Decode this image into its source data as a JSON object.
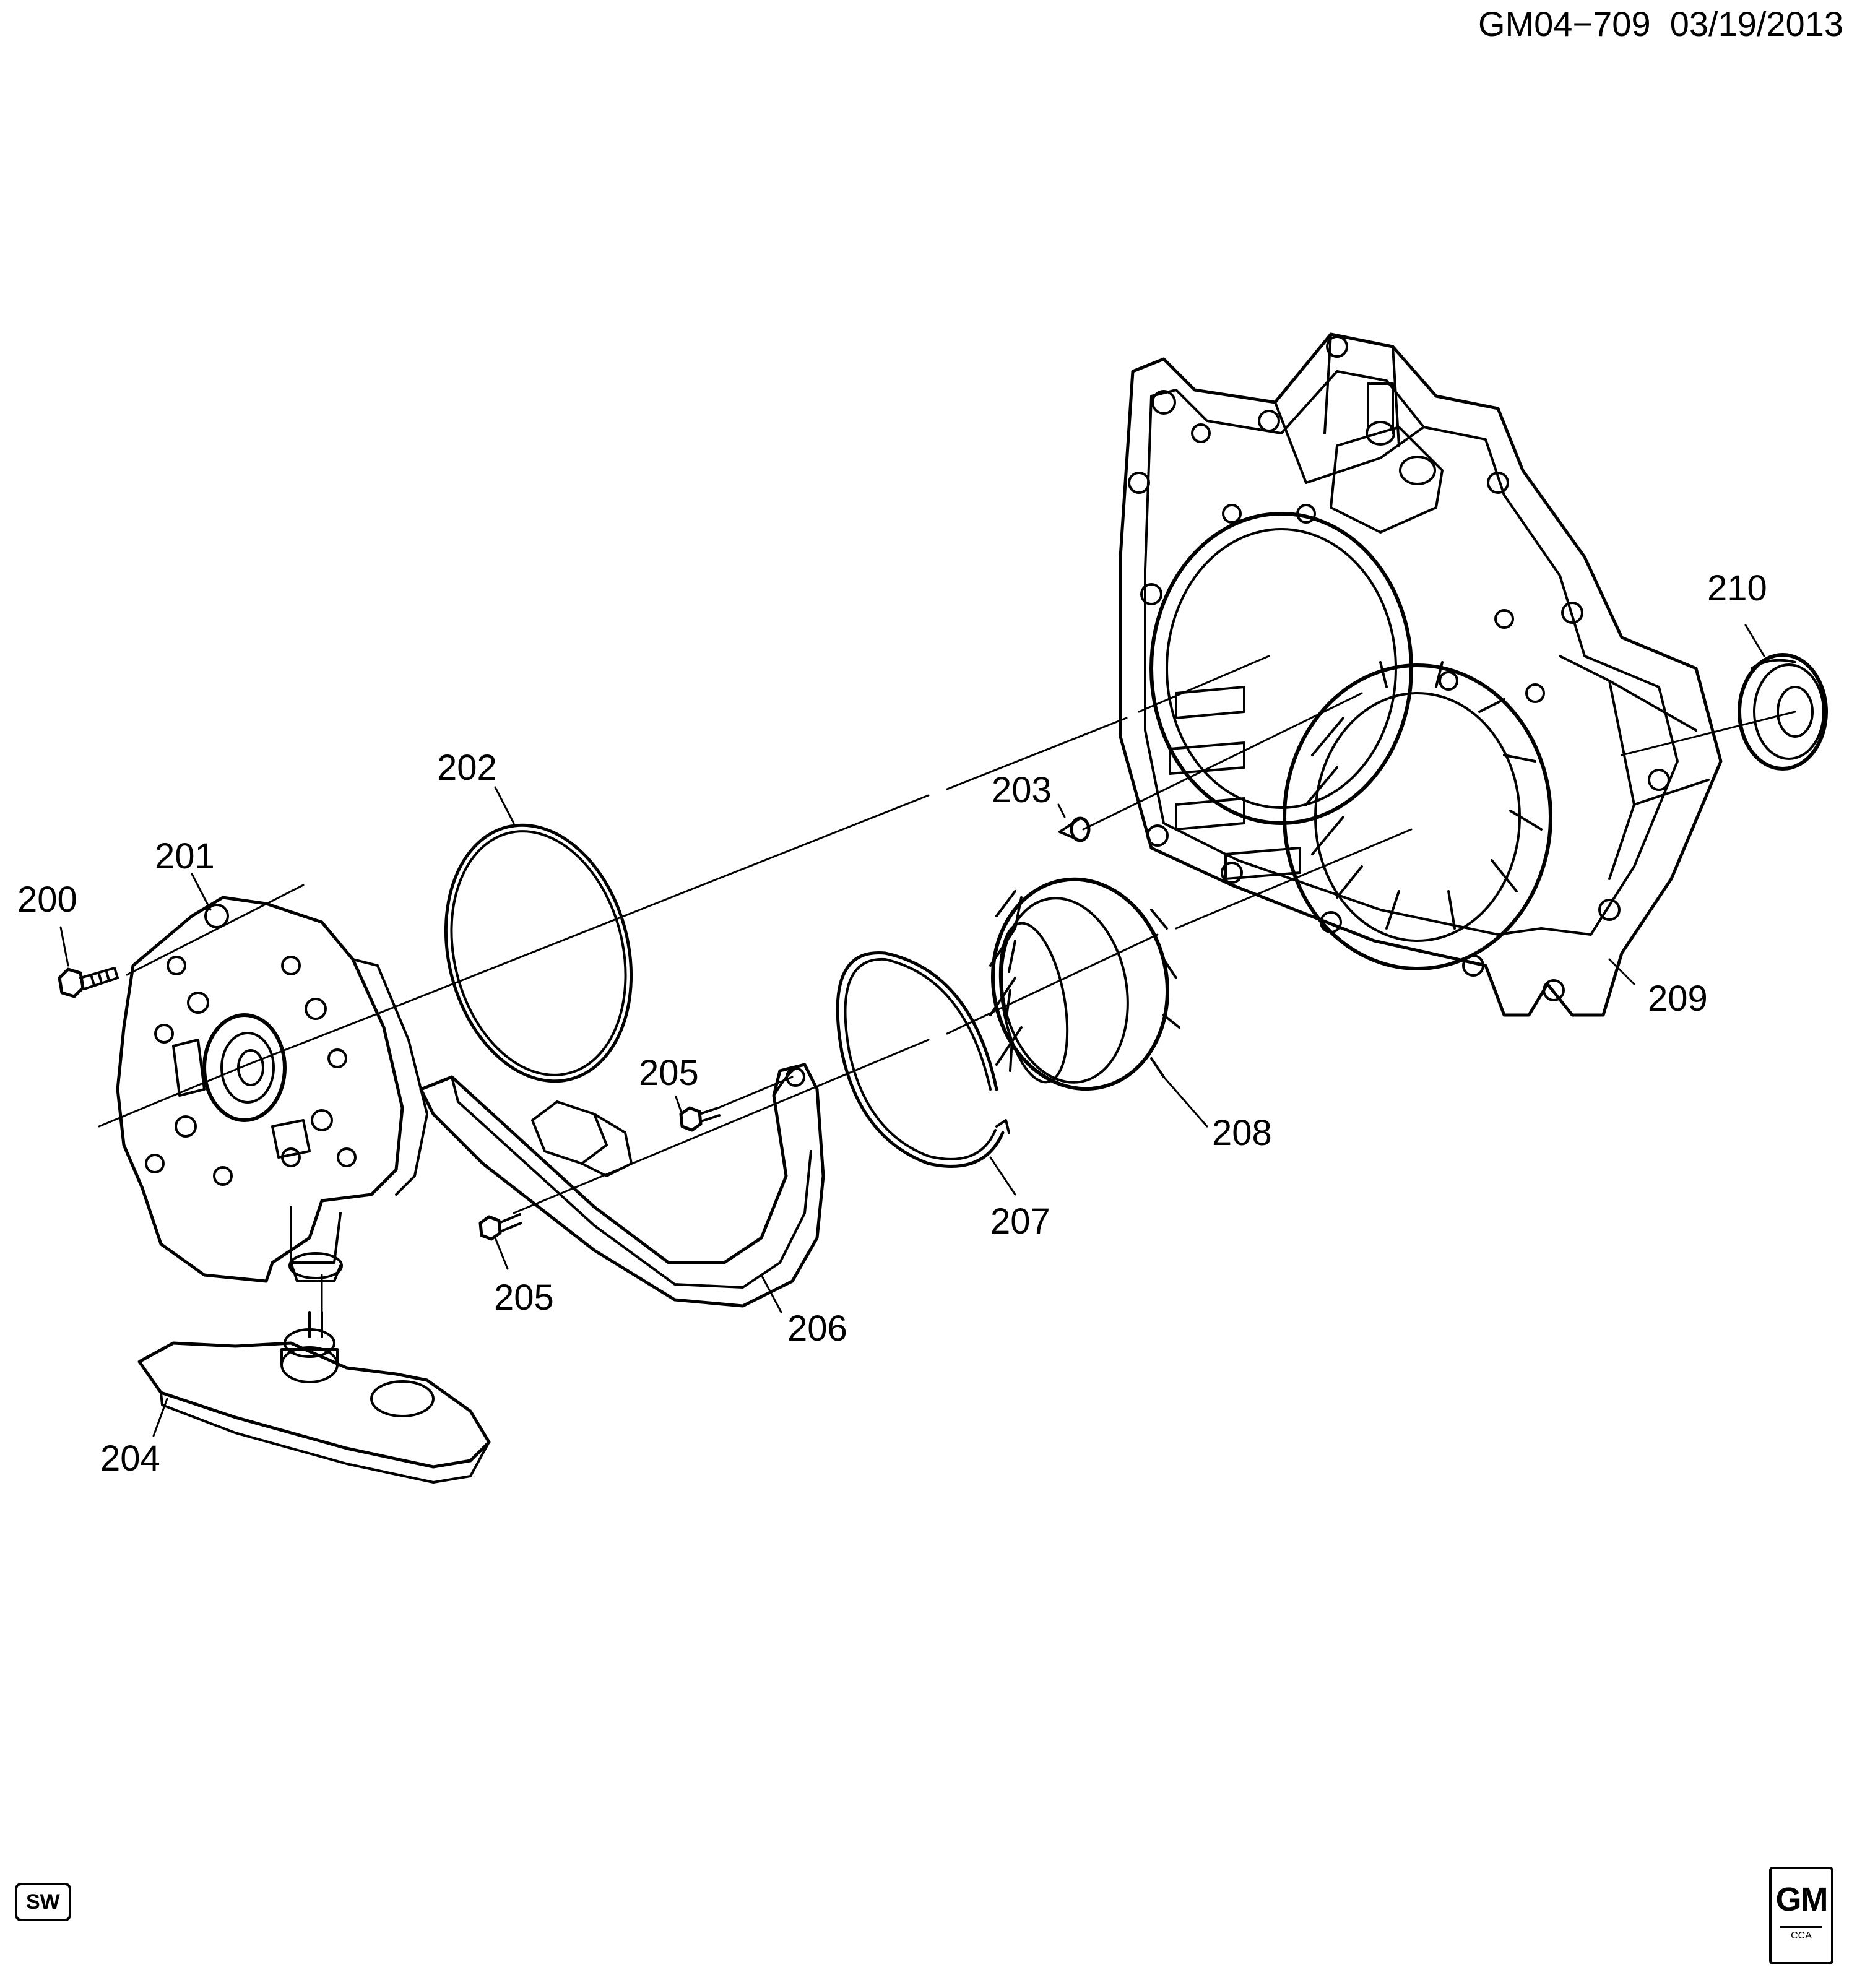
{
  "header": {
    "code": "GM04−709",
    "date": "03/19/2013"
  },
  "badge": {
    "label": "SW"
  },
  "logo": {
    "text": "GM",
    "sub": "CCA"
  },
  "callouts": {
    "c200": "200",
    "c201": "201",
    "c202": "202",
    "c203": "203",
    "c204": "204",
    "c205a": "205",
    "c205b": "205",
    "c206": "206",
    "c207": "207",
    "c208": "208",
    "c209": "209",
    "c210": "210"
  },
  "colors": {
    "stroke": "#000000",
    "background": "#ffffff"
  }
}
